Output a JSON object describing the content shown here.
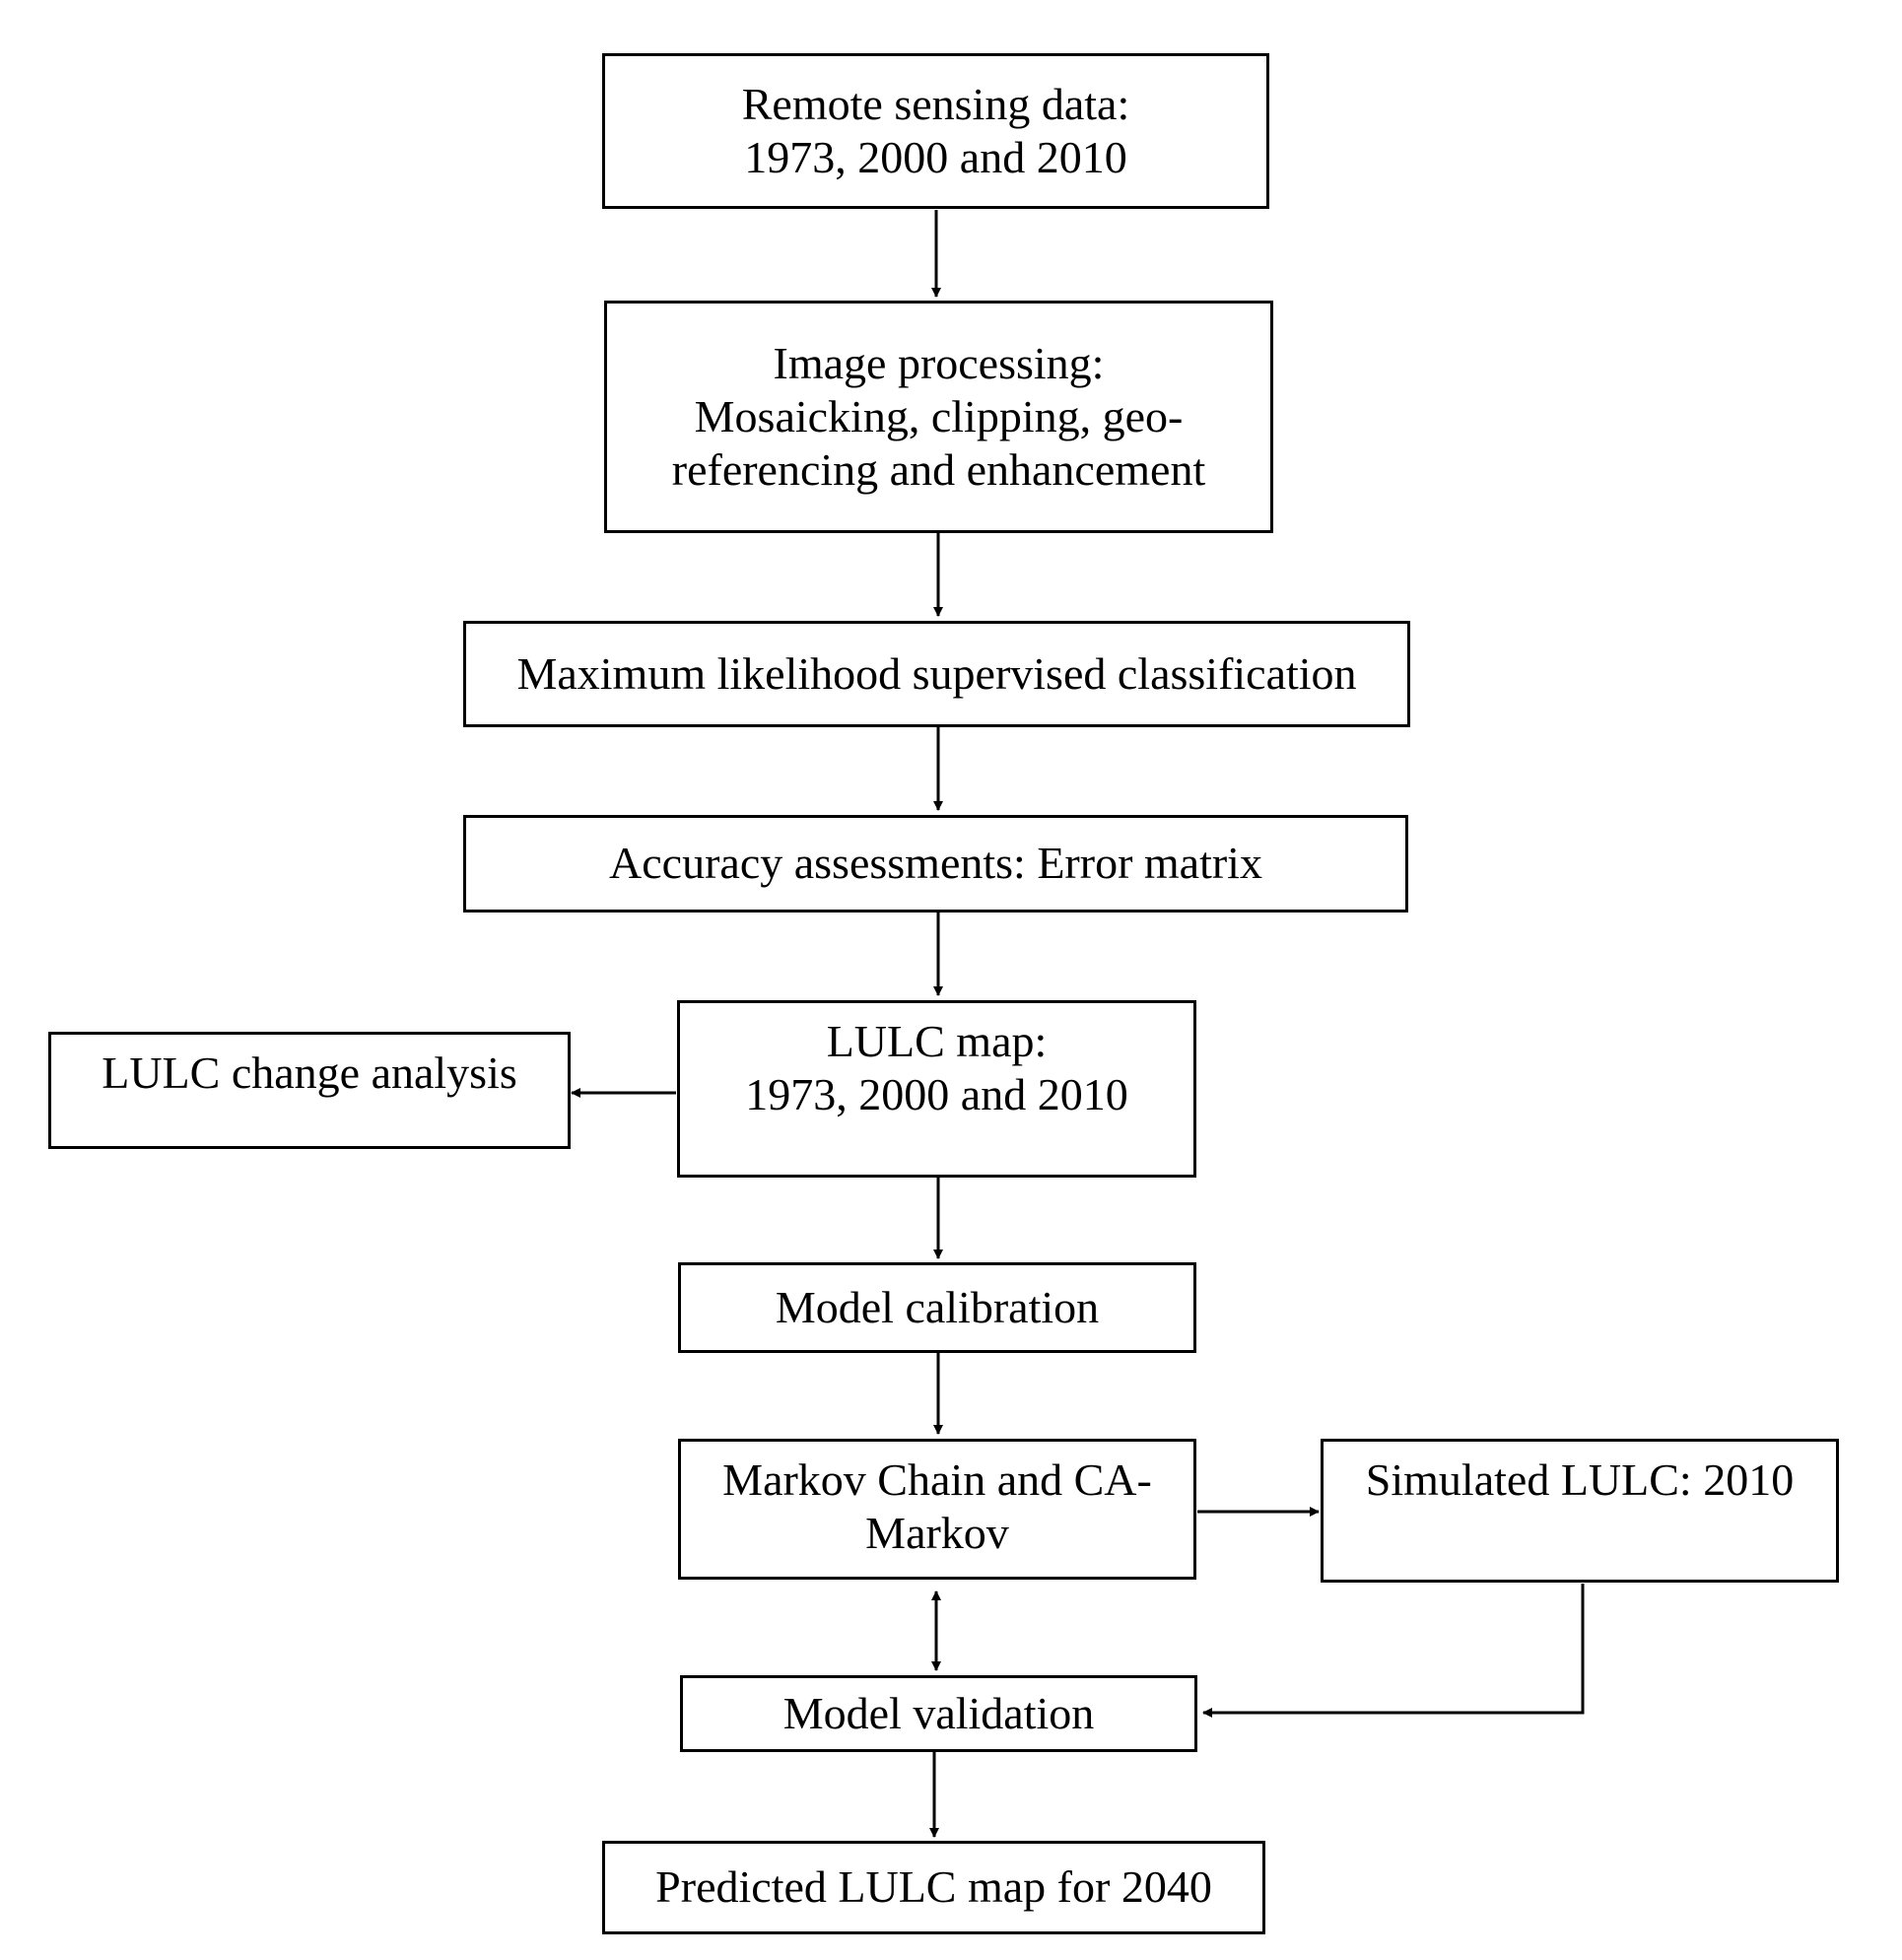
{
  "diagram": {
    "nodes": {
      "remote_sensing": {
        "lines": [
          "Remote sensing data:",
          "1973, 2000 and 2010"
        ]
      },
      "image_processing": {
        "lines": [
          "Image processing:",
          "Mosaicking, clipping, geo-",
          "referencing and enhancement"
        ]
      },
      "classification": {
        "lines": [
          "Maximum likelihood supervised classification"
        ]
      },
      "accuracy": {
        "lines": [
          "Accuracy assessments:  Error matrix"
        ]
      },
      "lulc_map": {
        "lines": [
          "LULC map:",
          "1973, 2000 and 2010"
        ]
      },
      "change_analysis": {
        "lines": [
          "LULC change analysis"
        ]
      },
      "calibration": {
        "lines": [
          "Model calibration"
        ]
      },
      "markov": {
        "lines": [
          "Markov Chain and CA-",
          "Markov"
        ]
      },
      "simulated": {
        "lines": [
          "Simulated LULC: 2010"
        ]
      },
      "validation": {
        "lines": [
          "Model validation"
        ]
      },
      "predicted": {
        "lines": [
          "Predicted LULC map for 2040"
        ]
      }
    },
    "edges": [
      {
        "from": "remote_sensing",
        "to": "image_processing"
      },
      {
        "from": "image_processing",
        "to": "classification"
      },
      {
        "from": "classification",
        "to": "accuracy"
      },
      {
        "from": "accuracy",
        "to": "lulc_map"
      },
      {
        "from": "lulc_map",
        "to": "change_analysis"
      },
      {
        "from": "lulc_map",
        "to": "calibration"
      },
      {
        "from": "calibration",
        "to": "markov"
      },
      {
        "from": "markov",
        "to": "simulated"
      },
      {
        "from": "markov",
        "to": "validation",
        "bidirectional": true
      },
      {
        "from": "simulated",
        "to": "validation"
      },
      {
        "from": "validation",
        "to": "predicted"
      }
    ]
  }
}
